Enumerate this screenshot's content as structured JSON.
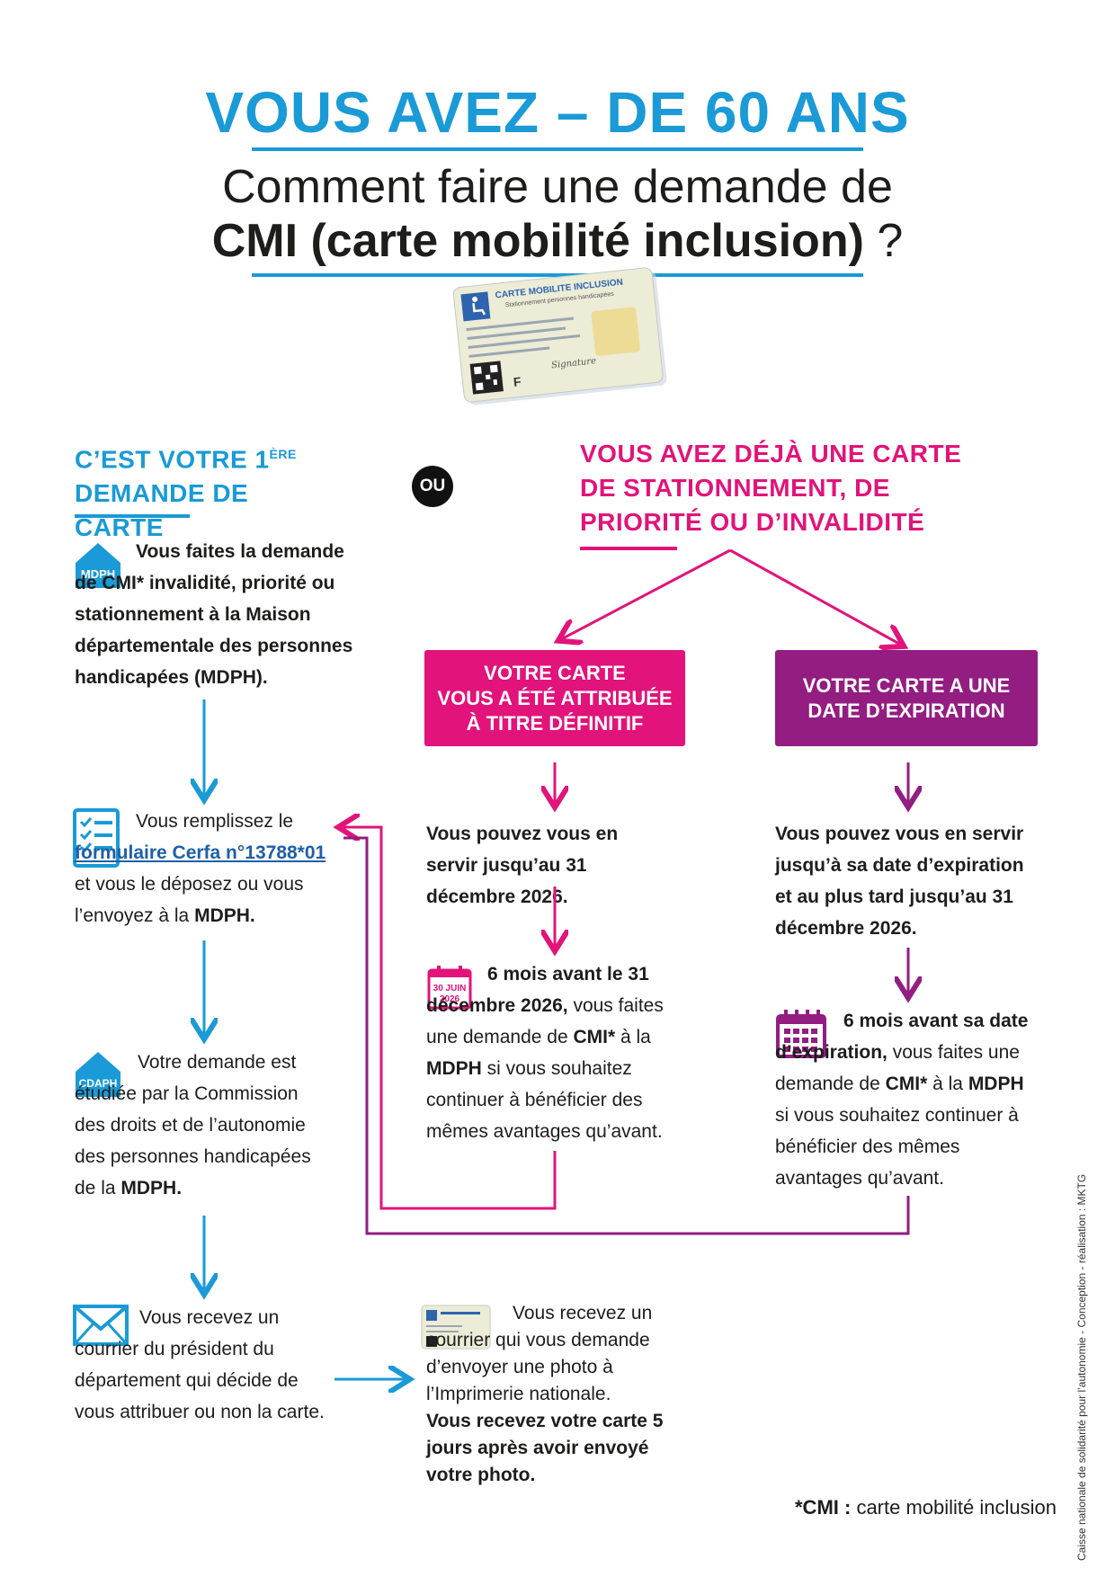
{
  "header": {
    "title": "VOUS AVEZ – DE 60 ANS",
    "subtitle_line1": "Comment faire une demande de",
    "subtitle_line2_bold": "CMI (carte mobilité inclusion)",
    "subtitle_line2_end": " ?"
  },
  "card_image": {
    "title": "CARTE MOBILITE INCLUSION",
    "subtitle": "Stationnement personnes handicapées",
    "signature": "Signature",
    "letter": "F"
  },
  "left": {
    "heading_line1_pre": "C’EST VOTRE 1",
    "heading_sup": "ÈRE",
    "heading_line2": "DEMANDE DE CARTE",
    "ou": "OU",
    "step1_icon_label": "MDPH",
    "step1_text": "Vous faites la demande de CMI* invalidité, priorité ou stationnement à la Maison départementale des personnes handicapées (MDPH).",
    "step2_pre": "Vous remplissez le ",
    "step2_link": "formulaire Cerfa n°13788*01",
    "step2_mid": " et vous le déposez ou vous l’envoyez à la ",
    "step2_bold": "MDPH.",
    "step3_icon_label": "CDAPH",
    "step3_pre": "Votre demande est étudiée par la Commission des droits et de l’autonomie des personnes handicapées de la ",
    "step3_bold": "MDPH.",
    "step4_text": "Vous recevez un courrier du président du département qui décide de vous attribuer ou non la carte."
  },
  "right": {
    "heading_line1": "VOUS AVEZ DÉJÀ UNE CARTE",
    "heading_line2": "DE STATIONNEMENT, DE",
    "heading_line3": "PRIORITÉ OU D’INVALIDITÉ",
    "box_pink_line1": "VOTRE CARTE",
    "box_pink_line2": "VOUS A ÉTÉ ATTRIBUÉE",
    "box_pink_line3": "À TITRE DÉFINITIF",
    "box_purple_line1": "VOTRE CARTE A UNE",
    "box_purple_line2": "DATE D’EXPIRATION",
    "pink_text1": "Vous pouvez vous en servir jusqu’au 31 décembre 2026.",
    "calendar_pink_line1": "30 JUIN",
    "calendar_pink_line2": "2026",
    "pink_text2_bold": "6 mois avant le 31 décembre 2026,",
    "pink_text2_a": " vous faites une demande de ",
    "pink_text2_b": "CMI*",
    "pink_text2_c": " à la ",
    "pink_text2_d": "MDPH",
    "pink_text2_e": " si vous souhaitez continuer à bénéficier des mêmes avantages qu’avant.",
    "purple_text1": "Vous pouvez vous en servir jusqu’à sa date d’expiration et au plus tard jusqu’au 31 décembre 2026.",
    "purple_text2_bold": "6 mois avant sa date d’expiration,",
    "purple_text2_a": " vous faites une demande de ",
    "purple_text2_b": "CMI*",
    "purple_text2_c": " à la ",
    "purple_text2_d": "MDPH",
    "purple_text2_e": " si vous souhaitez continuer à bénéficier des mêmes avantages qu’avant.",
    "final_text": "Vous recevez un courrier qui vous demande d’envoyer une photo à l’Imprimerie nationale.",
    "final_bold": "Vous recevez votre carte 5 jours après avoir envoyé votre photo."
  },
  "footer": {
    "note_bold": "*CMI :",
    "note_text": " carte mobilité inclusion",
    "credit": "Caisse nationale de solidarité pour l’autonomie - Conception - réalisation : MKTG"
  },
  "colors": {
    "blue": "#1a9ad6",
    "pink": "#e2137a",
    "purple": "#931d81",
    "dark": "#1d1d1b"
  }
}
